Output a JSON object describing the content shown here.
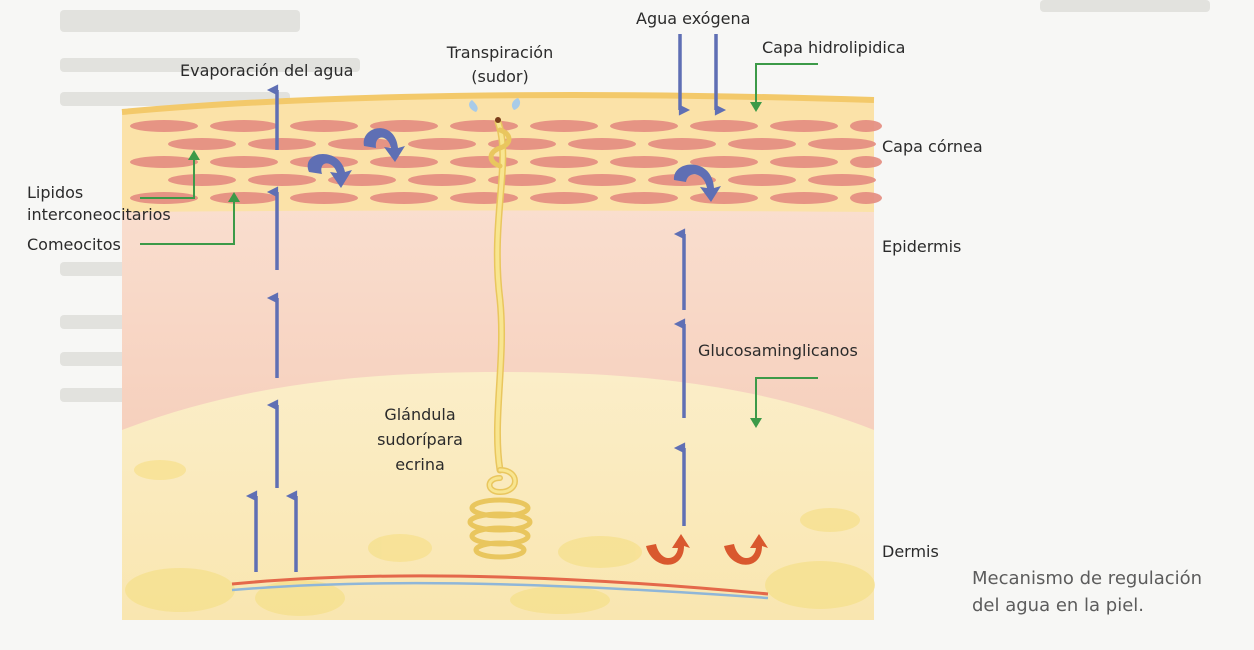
{
  "labels": {
    "agua_exogena": "Agua exógena",
    "transpiracion_line1": "Transpiración",
    "transpiracion_line2": "(sudor)",
    "capa_hidrolipidica": "Capa hidrolipidica",
    "evaporacion": "Evaporación del agua",
    "capa_cornea": "Capa córnea",
    "lipidos_line1": "Lipidos",
    "lipidos_line2": "interconeocitarios",
    "comeocitos": "Comeocitos",
    "epidermis": "Epidermis",
    "glucosaminglicanos": "Glucosaminglicanos",
    "glandula_line1": "Glándula",
    "glandula_line2": "sudorípara",
    "glandula_line3": "ecrina",
    "dermis": "Dermis"
  },
  "caption": {
    "line1": "Mecanismo de regulación",
    "line2": "del agua en la piel."
  },
  "colors": {
    "blue_arrow": "#5f6fb4",
    "green_arrow": "#3c9a48",
    "red_arrow": "#d9582e",
    "corneocyte": "#e58e82",
    "epidermis": "#f7d2c0",
    "dermis": "#fbecc2",
    "gland": "#f6df7e"
  }
}
